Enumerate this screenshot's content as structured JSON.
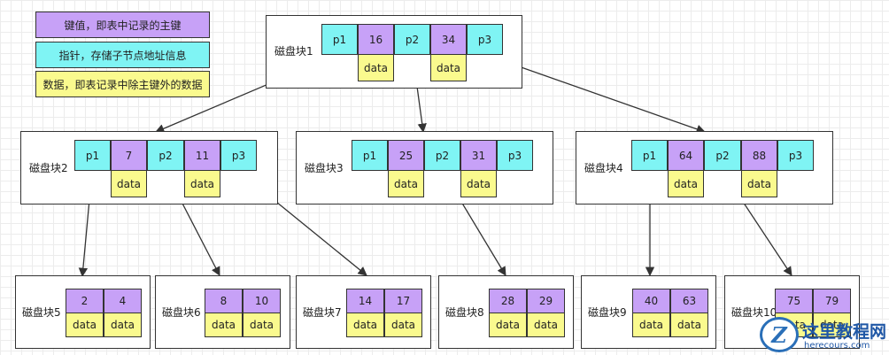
{
  "legend": {
    "key": "键值，即表中记录的主键",
    "pointer": "指针，存储子节点地址信息",
    "data": "数据，即表记录中除主键外的数据"
  },
  "root": {
    "label": "磁盘块1",
    "pointers": [
      "p1",
      "p2",
      "p3"
    ],
    "keys": [
      "16",
      "34"
    ],
    "data": [
      "data",
      "data"
    ]
  },
  "level2": [
    {
      "label": "磁盘块2",
      "pointers": [
        "p1",
        "p2",
        "p3"
      ],
      "keys": [
        "7",
        "11"
      ],
      "data": [
        "data",
        "data"
      ]
    },
    {
      "label": "磁盘块3",
      "pointers": [
        "p1",
        "p2",
        "p3"
      ],
      "keys": [
        "25",
        "31"
      ],
      "data": [
        "data",
        "data"
      ]
    },
    {
      "label": "磁盘块4",
      "pointers": [
        "p1",
        "p2",
        "p3"
      ],
      "keys": [
        "64",
        "88"
      ],
      "data": [
        "data",
        "data"
      ]
    }
  ],
  "leaves": [
    {
      "label": "磁盘块5",
      "keys": [
        "2",
        "4"
      ],
      "data": [
        "data",
        "data"
      ]
    },
    {
      "label": "磁盘块6",
      "keys": [
        "8",
        "10"
      ],
      "data": [
        "data",
        "data"
      ]
    },
    {
      "label": "磁盘块7",
      "keys": [
        "14",
        "17"
      ],
      "data": [
        "data",
        "data"
      ]
    },
    {
      "label": "磁盘块8",
      "keys": [
        "28",
        "29"
      ],
      "data": [
        "data",
        "data"
      ]
    },
    {
      "label": "磁盘块9",
      "keys": [
        "40",
        "63"
      ],
      "data": [
        "data",
        "data"
      ]
    },
    {
      "label": "磁盘块10",
      "keys": [
        "75",
        "79"
      ],
      "data": [
        "data",
        "data"
      ]
    }
  ],
  "watermark": {
    "logo": "Z",
    "title": "这里教程网",
    "url": "herecours.com"
  },
  "colors": {
    "key": "#c7a1f7",
    "pointer": "#7ff4f4",
    "data": "#fafa8e"
  }
}
